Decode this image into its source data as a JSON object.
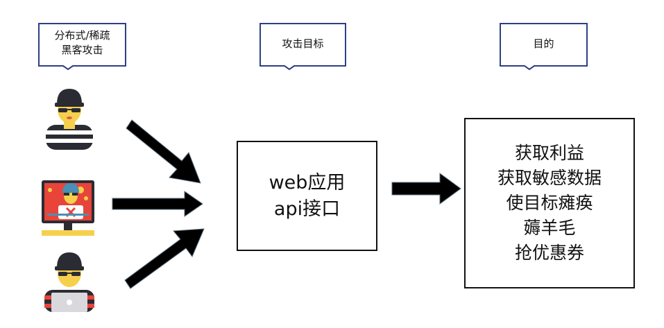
{
  "labels": {
    "attacker": [
      "分布式/稀疏",
      "黑客攻击"
    ],
    "target": "攻击目标",
    "goal": "目的"
  },
  "target_box": {
    "lines": [
      "web应用",
      "api接口"
    ]
  },
  "goal_box": {
    "lines": [
      "获取利益",
      "获取敏感数据",
      "使目标瘫痪",
      "薅羊毛",
      "抢优惠券"
    ]
  },
  "icons": [
    "hacker-icon",
    "infected-monitor-icon",
    "hacker-laptop-icon",
    "arrow-icon"
  ],
  "colors": {
    "callout_border": "#2e3e85",
    "box_border": "#111111",
    "arrow": "#000000",
    "skin": "#f6d04d",
    "dark": "#2b2b33",
    "stripe": "#ffffff",
    "screen": "#e8443a",
    "mouth": "#e0574f"
  }
}
